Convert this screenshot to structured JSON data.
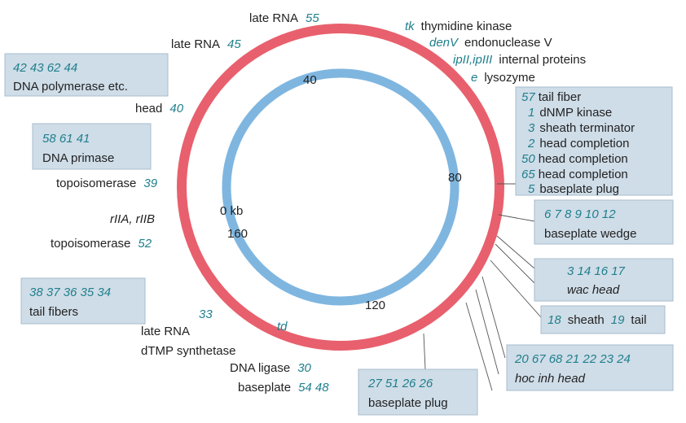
{
  "ring": {
    "outer_color": "#e8606d",
    "inner_color": "#7fb6e0",
    "text_color": "#222222",
    "number_color": "#1f7f8c",
    "box_color": "#cfdde8"
  },
  "kb_markers": {
    "m0": "0 kb",
    "m40": "40",
    "m80": "80",
    "m120": "120",
    "m160": "160"
  },
  "labels": {
    "late_rna_55": {
      "text": "late RNA",
      "num": "55"
    },
    "late_rna_45": {
      "text": "late RNA",
      "num": "45"
    },
    "head_40": {
      "text": "head",
      "num": "40"
    },
    "topo_39": {
      "text": "topoisomerase",
      "num": "39"
    },
    "rii": {
      "text": "rIIA, rIIB"
    },
    "topo_52": {
      "text": "topoisomerase",
      "num": "52"
    },
    "n33": {
      "num": "33"
    },
    "late_rna_dtmp": {
      "line1": "late RNA",
      "line2": "dTMP synthetase"
    },
    "td": {
      "num": "td"
    },
    "dna_ligase": {
      "text": "DNA ligase",
      "num": "30"
    },
    "baseplate_54_48": {
      "text": "baseplate",
      "nums": "54 48"
    },
    "tk": {
      "num": "tk",
      "text": "thymidine kinase"
    },
    "denv": {
      "num": "denV",
      "text": "endonuclease V"
    },
    "ipii": {
      "num": "ipII,ipIII",
      "text": "internal proteins"
    },
    "e_lys": {
      "num": "e",
      "text": "lysozyme"
    }
  },
  "boxes": {
    "dna_pol": {
      "nums": "42  43  62  44",
      "text": "DNA polymerase etc."
    },
    "primase": {
      "nums": "58  61  41",
      "text": "DNA primase"
    },
    "tail_fibers": {
      "nums": "38 37 36 35 34",
      "text": "tail fibers"
    },
    "right_list": [
      {
        "num": "57",
        "text": "tail fiber"
      },
      {
        "num": "1",
        "text": "dNMP kinase"
      },
      {
        "num": "3",
        "text": "sheath terminator"
      },
      {
        "num": "2",
        "text": "head completion"
      },
      {
        "num": "50",
        "text": "head completion"
      },
      {
        "num": "65",
        "text": "head completion"
      },
      {
        "num": "5",
        "text": "baseplate plug"
      }
    ],
    "wedge": {
      "nums": "6   7   8   9   10   12",
      "text": "baseplate wedge"
    },
    "wac": {
      "nums": "3 14 16 17",
      "text": "wac head"
    },
    "sheath_tail": {
      "num1": "18",
      "text1": "sheath",
      "num2": "19",
      "text2": "tail"
    },
    "hoc": {
      "nums": "20 67 68 21 22 23 24",
      "text": "hoc inh head"
    },
    "bp_plug": {
      "nums": "27 51 26 26",
      "text": "baseplate plug"
    }
  }
}
